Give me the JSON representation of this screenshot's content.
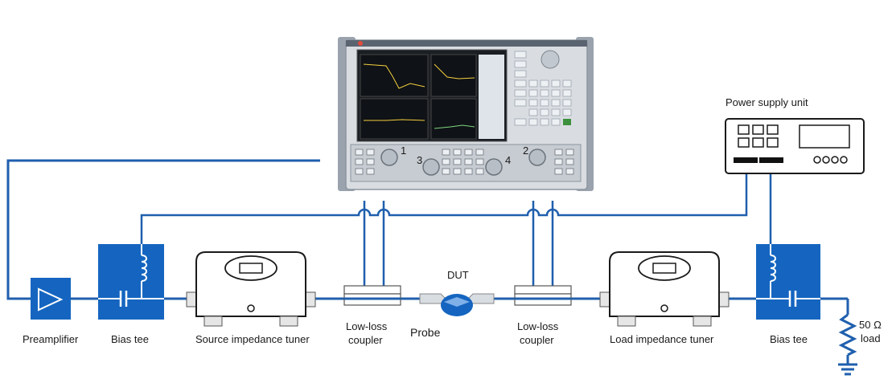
{
  "labels": {
    "preamplifier": "Preamplifier",
    "bias_tee_left": "Bias tee",
    "source_tuner": "Source impedance tuner",
    "coupler_left_1": "Low-loss",
    "coupler_left_2": "coupler",
    "probe": "Probe",
    "dut": "DUT",
    "coupler_right_1": "Low-loss",
    "coupler_right_2": "coupler",
    "load_tuner": "Load impedance tuner",
    "bias_tee_right": "Bias tee",
    "load_1": "50 Ω",
    "load_2": "load",
    "power_supply": "Power supply unit"
  },
  "analyzer": {
    "port_1": "1",
    "port_2": "2",
    "port_3": "3",
    "port_4": "4"
  },
  "colors": {
    "wire": "#1f5fae",
    "block": "#1565c0",
    "instrument_body": "#d9dde2",
    "screen": "#1b1f24"
  }
}
